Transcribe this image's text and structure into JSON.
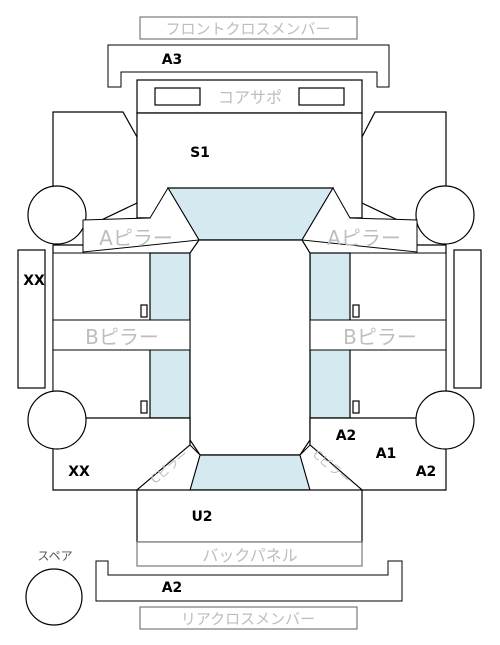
{
  "labels": {
    "front_cross_member": "フロントクロスメンバー",
    "core_support": "コアサポ",
    "a_pillar_left": "Aピラー",
    "a_pillar_right": "Aピラー",
    "b_pillar_left": "Bピラー",
    "b_pillar_right": "Bピラー",
    "c_pillar_left": "Cピラー",
    "c_pillar_right": "Cピラー",
    "back_panel": "バックパネル",
    "spare": "スペア",
    "rear_cross_member": "リアクロスメンバー"
  },
  "grades": {
    "front_cross_member": "A3",
    "core_support_area": "S1",
    "left_side_sill": "XX",
    "left_rear_quarter": "XX",
    "right_rear_inner": "A2",
    "right_rear_wheel": "A1",
    "right_rear_quarter": "A2",
    "rear_floor": "U2",
    "rear_cross_member": "A2"
  },
  "colors": {
    "glass": "#d5e9f0",
    "outline": "#000000",
    "part_label": "#bdbdbd"
  }
}
